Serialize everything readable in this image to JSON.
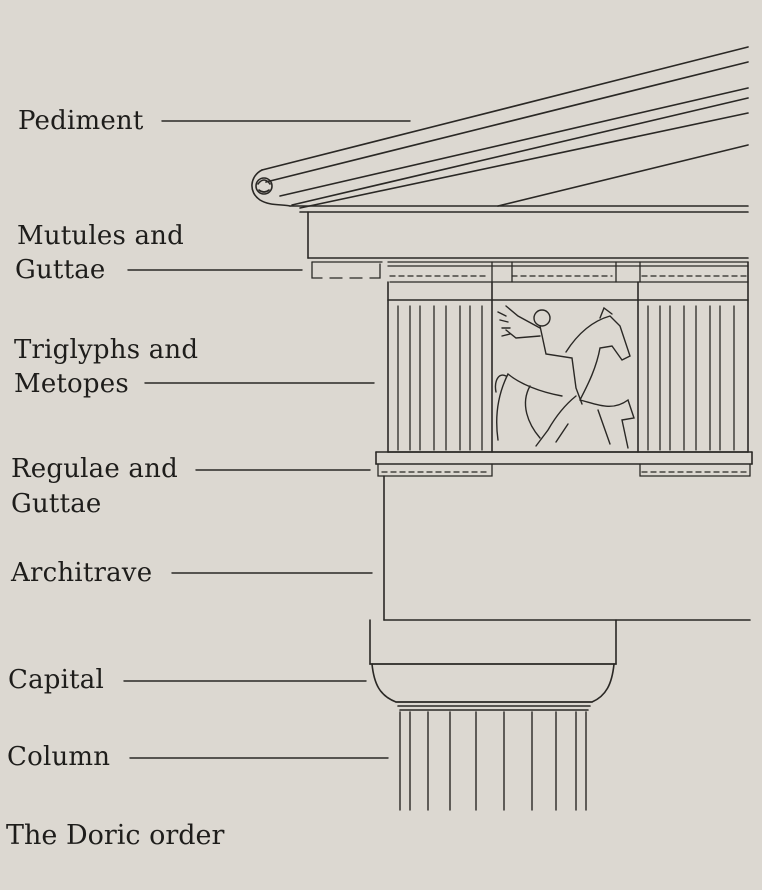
{
  "labels": {
    "pediment": "Pediment",
    "mutules_line1": "Mutules and",
    "mutules_line2": "Guttae",
    "triglyphs_line1": "Triglyphs and",
    "triglyphs_line2": "Metopes",
    "regulae_line1": "Regulae and",
    "regulae_line2": "Guttae",
    "architrave": "Architrave",
    "capital": "Capital",
    "column": "Column"
  },
  "caption": "The Doric order",
  "colors": {
    "background": "#dcd8d1",
    "ink": "#2a2825",
    "text": "#1e1d1b"
  }
}
